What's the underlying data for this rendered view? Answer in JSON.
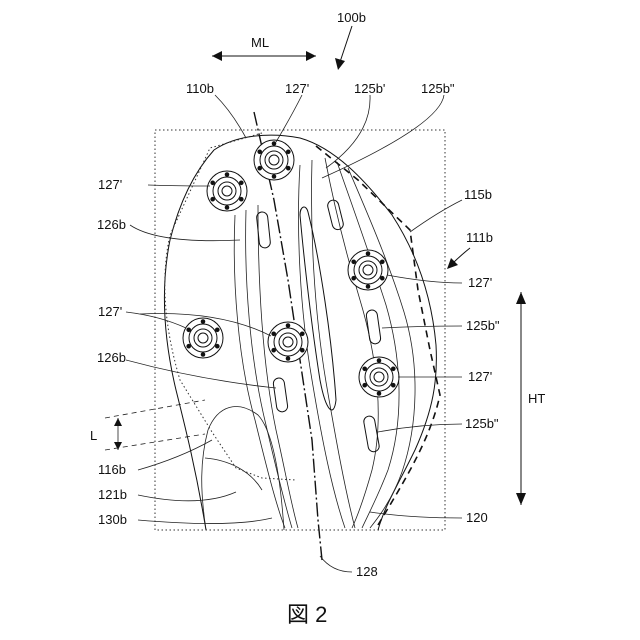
{
  "figure": {
    "caption": "図 2",
    "labels": {
      "l100b": "100b",
      "ml": "ML",
      "l110b": "110b",
      "l127_top": "127'",
      "l125b1": "125b'",
      "l125b2_top": "125b\"",
      "l127_left": "127'",
      "l126b_top": "126b",
      "l115b": "115b",
      "l111b": "111b",
      "l127_right1": "127'",
      "l127_mid": "127'",
      "l125b2_mid": "125b\"",
      "l126b_bottom": "126b",
      "l127_right2": "127'",
      "ht": "HT",
      "l": "L",
      "l125b2_bottom": "125b\"",
      "l116b": "116b",
      "l121b": "121b",
      "l130b": "130b",
      "l120": "120",
      "l128": "128"
    }
  }
}
